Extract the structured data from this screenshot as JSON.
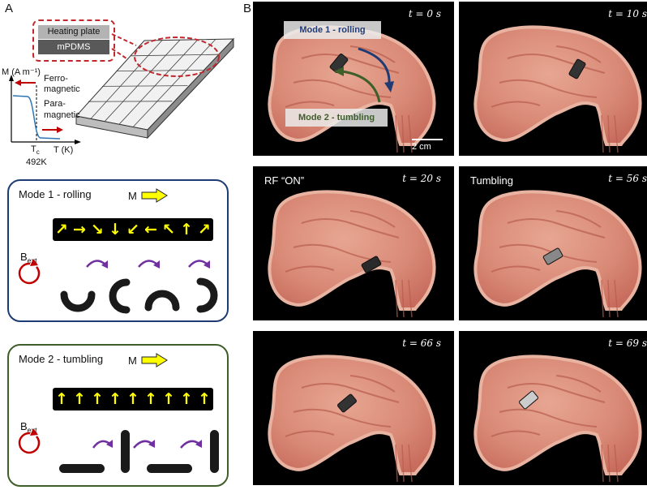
{
  "panel_a": {
    "letter": "A",
    "heating_plate": "Heating plate",
    "mpdms": "mPDMS",
    "y_axis": "M (A m⁻¹)",
    "ferro": "Ferro-",
    "ferro2": "magnetic",
    "para": "Para-",
    "para2": "magnetic",
    "tc": "T",
    "tc_sub": "c",
    "tc_value": "492K",
    "x_axis": "T (K)"
  },
  "mode1": {
    "title": "Mode 1 - rolling",
    "m_label": "M",
    "b_label": "B",
    "b_sub": "ext",
    "arrows": [
      "↗",
      "→",
      "↘",
      "↓",
      "↙",
      "←",
      "↖",
      "↑",
      "↗"
    ]
  },
  "mode2": {
    "title": "Mode 2 - tumbling",
    "m_label": "M",
    "b_label": "B",
    "b_sub": "ext",
    "arrows": [
      "↑",
      "↑",
      "↑",
      "↑",
      "↑",
      "↑",
      "↑",
      "↑",
      "↑"
    ]
  },
  "panel_b": {
    "letter": "B",
    "overlay_mode1": "Mode 1 - rolling",
    "overlay_mode2": "Mode 2 - tumbling",
    "scale": "2 cm",
    "frames": [
      {
        "time": "t = 0 s",
        "label": ""
      },
      {
        "time": "t = 10 s",
        "label": ""
      },
      {
        "time": "t = 20 s",
        "label": "RF “ON”"
      },
      {
        "time": "t = 56 s",
        "label": "Tumbling"
      },
      {
        "time": "t = 66 s",
        "label": ""
      },
      {
        "time": "t = 69 s",
        "label": ""
      }
    ]
  },
  "colors": {
    "red": "#c0272d",
    "blue": "#1f3b73",
    "green": "#3e5e2a",
    "yellow": "#ffff00",
    "purple": "#7030a0"
  }
}
